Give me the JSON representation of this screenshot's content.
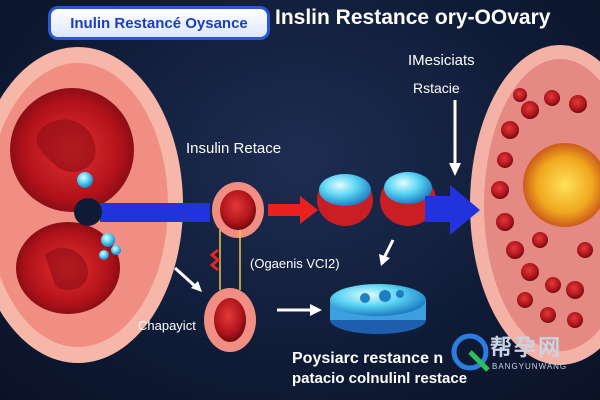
{
  "header": {
    "badge_text": "Inulin Restancé Oysance",
    "title": "Inslin Restance ory-OOvary"
  },
  "labels": {
    "insulin": "Insulin Retace",
    "mesicats": "IMesiciats",
    "restacie": "Rstacie",
    "organs": "(Ogaenis VCI2)",
    "chapayict": "Chapayict",
    "bottom_line1": "Poysiarc restance n",
    "bottom_line2": "patacio colnulinl restace"
  },
  "watermark": {
    "text": "帮孕网",
    "sub": "BANGYUNWANG"
  },
  "colors": {
    "background": "#0f1b36",
    "arrow_blue": "#2233dd",
    "arrow_red": "#e8231f",
    "cell_red": "#c81e24",
    "tissue_pink": "#f19a8f",
    "fluid_cyan": "#4fd3f2",
    "badge_border": "#2a57d8"
  }
}
